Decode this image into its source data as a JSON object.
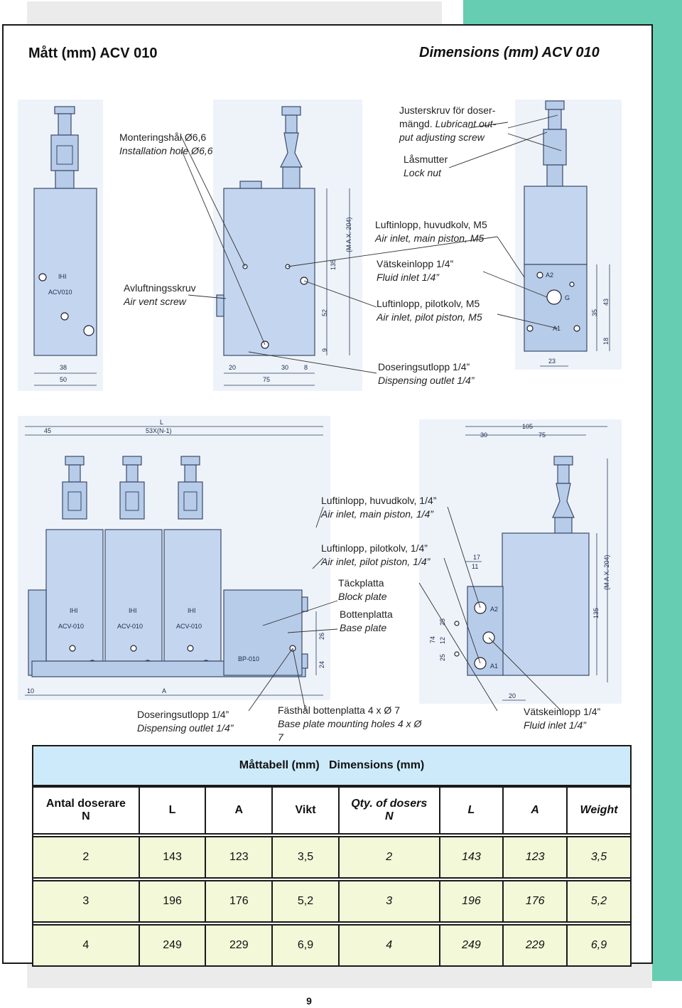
{
  "page_number": "9",
  "header": {
    "title_sv": "Mått (mm) ACV 010",
    "title_en": "Dimensions (mm) ACV  010"
  },
  "labels": {
    "mounting_hole": {
      "sv": "Monteringshål Ø6,6",
      "en": "Installation hole Ø6,6"
    },
    "adjust_screw": {
      "sv": "Justerskruv för doser-",
      "sv2": "mängd.",
      "en": "Lubricant out-",
      "en2": "put adjusting screw"
    },
    "lock_nut": {
      "sv": "Låsmutter",
      "en": "Lock nut"
    },
    "air_inlet_main_m5": {
      "sv": "Luftinlopp, huvudkolv, M5",
      "en": "Air inlet, main piston, M5"
    },
    "air_vent_screw": {
      "sv": "Avluftningsskruv",
      "en": "Air vent screw"
    },
    "fluid_inlet_top": {
      "sv": "Vätskeinlopp 1/4”",
      "en": "Fluid inlet 1/4”"
    },
    "air_inlet_pilot_m5": {
      "sv": "Luftinlopp, pilotkolv, M5",
      "en": "Air inlet, pilot piston, M5"
    },
    "dispensing_outlet_top": {
      "sv": "Doseringsutlopp 1/4”",
      "en": "Dispensing outlet 1/4”"
    },
    "air_inlet_main_14": {
      "sv": "Luftinlopp, huvudkolv, 1/4”",
      "en": "Air inlet, main piston, 1/4”"
    },
    "air_inlet_pilot_14": {
      "sv": "Luftinlopp, pilotkolv, 1/4”",
      "en": "Air inlet, pilot piston, 1/4”"
    },
    "block_plate": {
      "sv": "Täckplatta",
      "en": "Block plate"
    },
    "base_plate": {
      "sv": "Bottenplatta",
      "en": "Base plate"
    },
    "dispensing_outlet_bottom": {
      "sv": "Doseringsutlopp 1/4”",
      "en": "Dispensing outlet 1/4”"
    },
    "base_holes": {
      "sv": "Fästhål bottenplatta 4 x  Ø 7",
      "en": "Base plate mounting holes 4 x Ø",
      "en2": "7"
    },
    "fluid_inlet_bottom": {
      "sv": "Vätskeinlopp 1/4”",
      "en": "Fluid inlet 1/4”"
    }
  },
  "drawing_text": {
    "model": "ACV-010",
    "model_top": "ACV010",
    "bp": "BP-010",
    "ihi": "IHI",
    "max": "(M A X. 204)",
    "a1": "A1",
    "a2": "A2",
    "g": "G",
    "dims_top": [
      "38",
      "50",
      "20",
      "30",
      "8",
      "75",
      "135",
      "52",
      "9",
      "35",
      "43",
      "18",
      "23"
    ],
    "dims_bottom": [
      "45",
      "53X(N-1)",
      "L",
      "10",
      "A",
      "30",
      "105",
      "75",
      "17",
      "11",
      "74",
      "25",
      "12",
      "25",
      "26",
      "24",
      "135",
      "20"
    ]
  },
  "table": {
    "title_sv": "Måttabell (mm)",
    "title_en": "Dimensions (mm)",
    "headers_sv": [
      "Antal doserare",
      "N",
      "L",
      "A",
      "Vikt"
    ],
    "headers_en": [
      "Qty. of dosers",
      "N",
      "L",
      "A",
      "Weight"
    ],
    "rows": [
      [
        "2",
        "143",
        "123",
        "3,5",
        "2",
        "143",
        "123",
        "3,5"
      ],
      [
        "3",
        "196",
        "176",
        "5,2",
        "3",
        "196",
        "176",
        "5,2"
      ],
      [
        "4",
        "249",
        "229",
        "6,9",
        "4",
        "249",
        "229",
        "6,9"
      ]
    ]
  },
  "colors": {
    "accent_green": "#66cdb2",
    "table_header_blue": "#cdeafb",
    "table_row_yellow": "#f2f8d8",
    "drawing_fill": "#b7cce9"
  }
}
